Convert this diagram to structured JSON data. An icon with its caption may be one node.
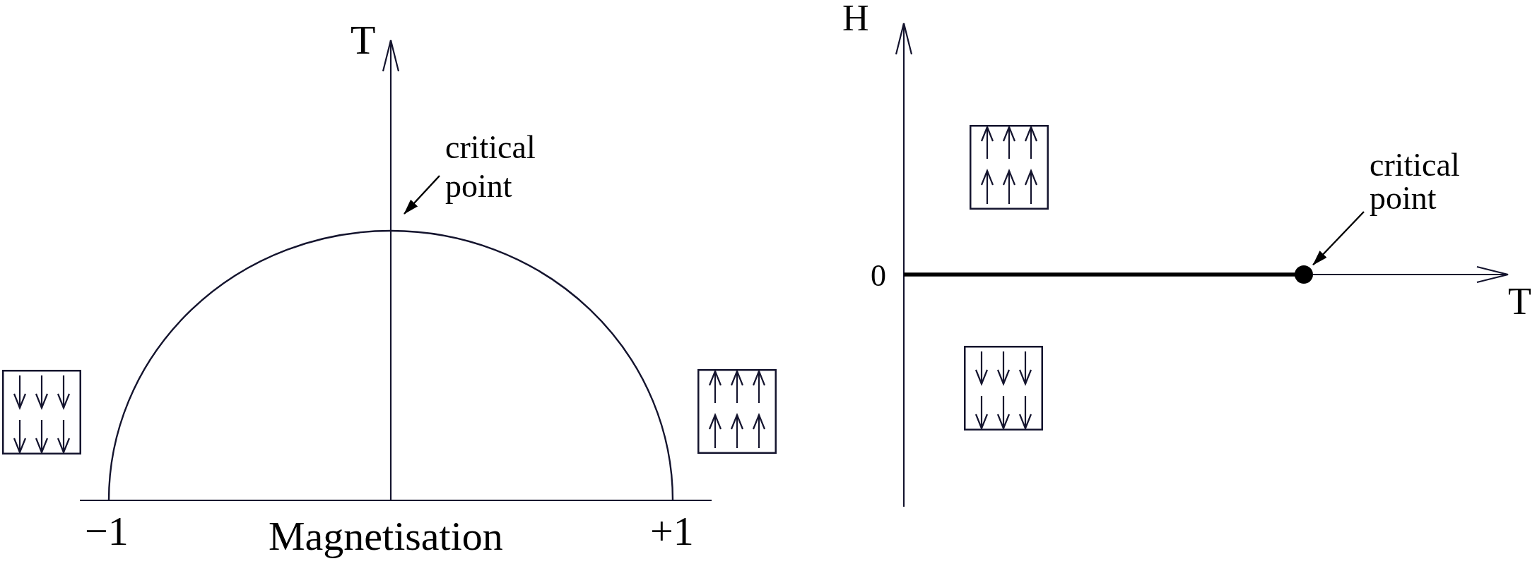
{
  "diagram": {
    "nodes": [
      {
        "text": [
          "critical point"
        ]
      },
      {
        "text": [
          "critical point"
        ]
      },
      {
        "text": [],
        "shape": "circle"
      }
    ],
    "edges": [
      {
        "from": 0,
        "to": null,
        "arrow": "to"
      },
      {
        "from": 1,
        "to": 2,
        "arrow": "to"
      }
    ],
    "labels": [
      "T",
      "−1",
      "Magnetisation",
      "+1",
      "H",
      "0",
      "T"
    ]
  }
}
